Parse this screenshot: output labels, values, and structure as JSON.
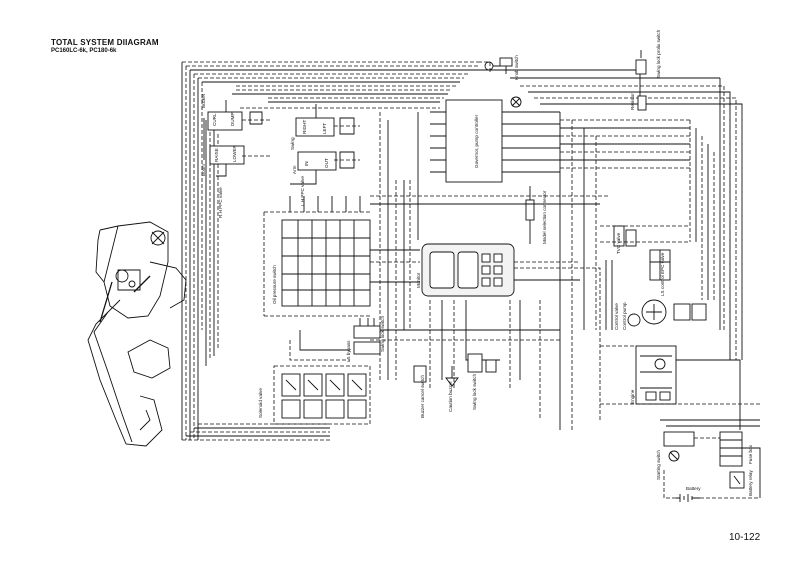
{
  "header": {
    "title": "TOTAL SYSTEM DIIAGRAM",
    "subtitle": "PC160LC-6k, PC180-6k"
  },
  "footer": {
    "page_number": "10-122"
  },
  "labels": {
    "boom": "Boom",
    "bucket": "Bucket",
    "curl": "CURL",
    "dump": "DUMP",
    "raise": "RAISE",
    "lower": "LOWER",
    "rh_ppc_valve": "R.H PPC valve",
    "lh_ppc_valve": "L.H PPC valve",
    "arm": "Arm",
    "swing": "Swing",
    "in": "IN",
    "out": "OUT",
    "right": "RIGHT",
    "left": "LEFT",
    "governor_pump_controller": "Governor, pump controller",
    "model_selection_connector": "Model selection connector",
    "knob_switch": "Knob switch",
    "swing_lock_prolix_switch": "Swing lock prolix switch",
    "resistor": "Resistor",
    "monitor": "Monitor",
    "buzzer_cancel_switch": "Buzzer cancel switch",
    "caution_buzzer": "Caution buzzer",
    "swing_lock_switch": "Swing lock switch",
    "solenoid_valve": "Solenoid valve",
    "ls_bypass": "LS bypass",
    "control_valve": "Control valve",
    "oil_pressure_switch": "Oil pressure switch",
    "ls_control_epc_valve": "LS control EPC valve",
    "tvc_valve": "TVC valve",
    "engine": "Engine",
    "control_pump": "Control pump",
    "starting_switch": "Starting switch",
    "battery": "Battery",
    "battery_relay": "Battery relay",
    "fuse_box": "Fuse box"
  }
}
